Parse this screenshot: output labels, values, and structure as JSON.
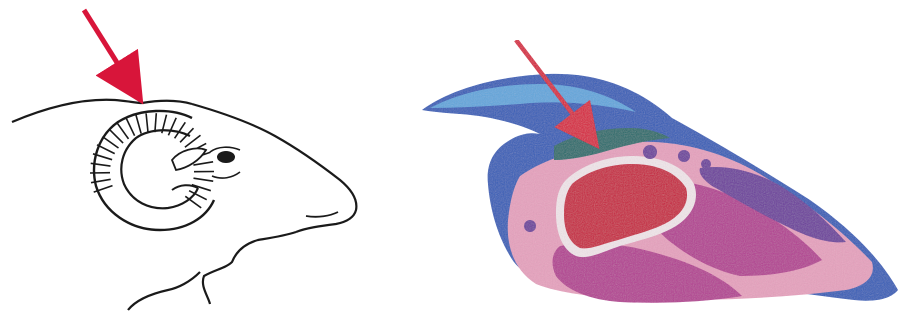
{
  "figure": {
    "panels": [
      "ram-head-line-drawing",
      "ram-head-histological-section"
    ],
    "colors": {
      "background": "#ffffff",
      "arrow": "#d8153a",
      "outline": "#1a1a1a",
      "horn_blue": "#2e5bb8",
      "horn_light_blue": "#5fa6dd",
      "nasal_cavity_teal": "#1e6b6a",
      "brain_red": "#c8193a",
      "brain_white_outline": "#f1e6ea",
      "tissue_magenta": "#b43a92",
      "tissue_purple": "#6c3a9c",
      "tissue_pink": "#e7a1be"
    },
    "icons": {
      "left_arrow": "arrow-down-right",
      "right_arrow": "arrow-down-right"
    }
  }
}
